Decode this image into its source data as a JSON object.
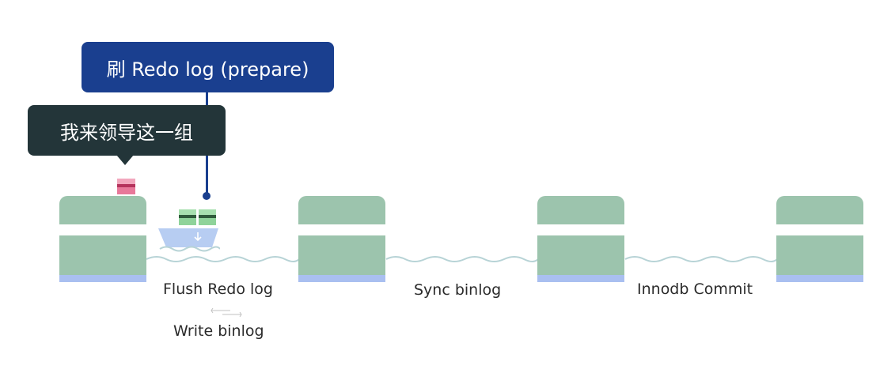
{
  "callouts": {
    "prepare": "刷 Redo log (prepare)",
    "leader": "我来领导这一组"
  },
  "stages": {
    "flush": "Flush Redo log",
    "write": "Write binlog",
    "sync": "Sync binlog",
    "commit": "Innodb Commit"
  },
  "colors": {
    "callout_blue": "#1a3f8f",
    "callout_dark": "#233539",
    "station_green": "#9cc4ad",
    "station_base": "#a9bff0",
    "boat_blue": "#b7cdf2",
    "cargo_green": "#8fd39a",
    "pink": "#e8789a"
  },
  "icons": {
    "boat": "cargo-boat-icon",
    "transaction": "pink-transaction-icon",
    "arrow": "down-arrow-icon",
    "switch": "switch-arrows-icon"
  }
}
